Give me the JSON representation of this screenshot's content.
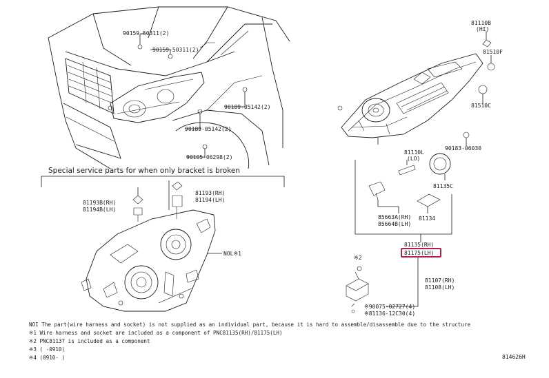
{
  "callouts": {
    "p90159_a": "90159-50311(2)",
    "p90159_b": "90159-50311(2)",
    "p90189_a": "90189-05142(2)",
    "p90189_b": "90189-05142(2)",
    "p90105": "90105-06298(2)",
    "p81110b": "81110B",
    "p81110b_sub": "(HI)",
    "p81510f": "81510F",
    "p81510c": "81510C",
    "p90183": "90183-06030",
    "p81110l": "81110L",
    "p81110l_sub": "(LO)",
    "p81135c": "81135C",
    "p85663a": "85663A(RH)",
    "p85664b": "85664B(LH)",
    "p81134": "81134",
    "p81135_rh": "81135(RH)",
    "p81175_lh": "81175(LH)",
    "p81107": "81107(RH)",
    "p81108": "81108(LH)",
    "p90075": "※90075-02727(4)",
    "p81136": "※81136-12C30(4)",
    "mark_x2": "※2",
    "p81193b": "81193B(RH)",
    "p81194b": "81194B(LH)",
    "p81193": "81193(RH)",
    "p81194": "81194(LH)",
    "nol": "NOL※1"
  },
  "section": {
    "special_heading": "Special service parts for when only bracket is broken"
  },
  "notes": {
    "line1": "NOI The part(wire harness and socket) is not supplied as an individual part, because it is hard to assemble/disassemble due to the structure",
    "line2": "※1 Wire harness and socket are included as a component of PNC81135(RH)/81175(LH)",
    "line3": "※2 PNC81137 is included as a component",
    "line4": "※3 (      -0910)",
    "line5": "※4 (0910-      )"
  },
  "footer": {
    "figure_code": "814626H"
  },
  "highlight": {
    "color": "#b0214a"
  }
}
